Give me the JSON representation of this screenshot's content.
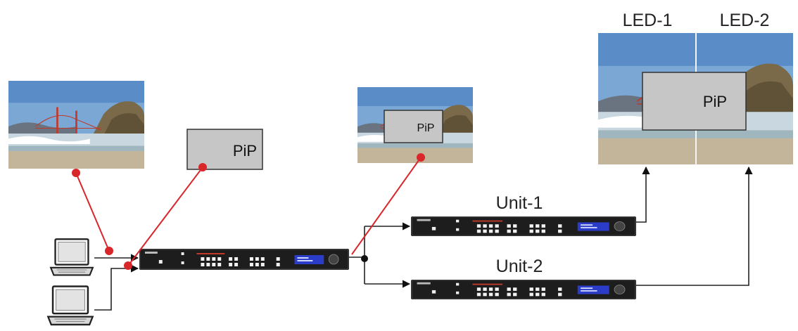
{
  "labels": {
    "pip_source": "PiP",
    "pip_preview": "PiP",
    "pip_output": "PiP",
    "unit1": "Unit-1",
    "unit2": "Unit-2",
    "led1": "LED-1",
    "led2": "LED-2"
  },
  "colors": {
    "signal_line": "#d9262b",
    "connector_line": "#222222",
    "pip_box": "#c6c6c6",
    "device_body": "#1d1d1d",
    "device_display": "#2a3cc8"
  },
  "icons": [
    "laptop-icon",
    "scenic-image",
    "video-processor-device"
  ]
}
